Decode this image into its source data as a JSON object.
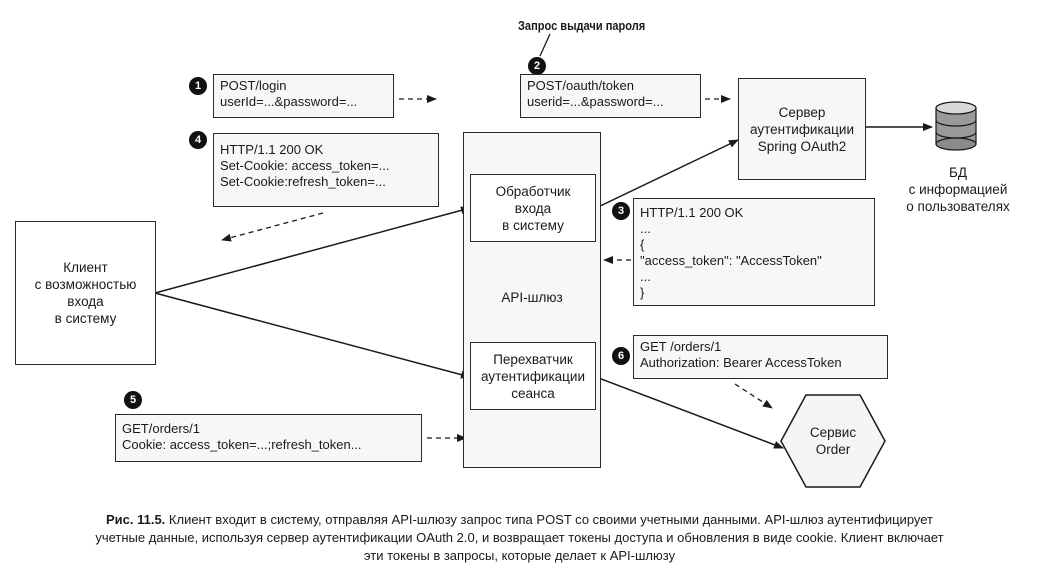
{
  "title": "Запрос выдачи пароля",
  "gateway": {
    "label": "API-шлюз",
    "login_handler": "Обработчик\nвхода\nв систему",
    "session_interceptor": "Перехватчик\nаутентификации\nсеанса"
  },
  "client": "Клиент\nс возможностью\nвхода\nв систему",
  "auth_server": "Сервер\nаутентификации\nSpring OAuth2",
  "database": "БД\nс информацией\nо пользователях",
  "order_service": "Сервис\nOrder",
  "steps": [
    {
      "num": "1",
      "text": "POST/login\nuserId=...&password=..."
    },
    {
      "num": "2",
      "text": "POST/oauth/token\nuserid=...&password=..."
    },
    {
      "num": "3",
      "text": "HTTP/1.1 200 OK\n...\n{\n\"access_token\": \"AccessToken\"\n...\n}"
    },
    {
      "num": "4",
      "text": "HTTP/1.1 200 OK\nSet-Cookie: access_token=...\nSet-Cookie:refresh_token=..."
    },
    {
      "num": "5",
      "text": "GET/orders/1\nCookie: access_token=...;refresh_token..."
    },
    {
      "num": "6",
      "text": "GET /orders/1\nAuthorization: Bearer AccessToken"
    }
  ],
  "caption": {
    "prefix": "Рис. 11.5.",
    "line1": " Клиент входит в систему, отправляя API-шлюзу запрос типа POST со своими учетными данными. API-шлюз аутентифицирует",
    "line2": "учетные данные, используя сервер аутентификации OAuth 2.0, и возвращает токены доступа и обновления в виде cookie. Клиент включает",
    "line3": "эти токены в запросы, которые делает к API-шлюзу"
  }
}
